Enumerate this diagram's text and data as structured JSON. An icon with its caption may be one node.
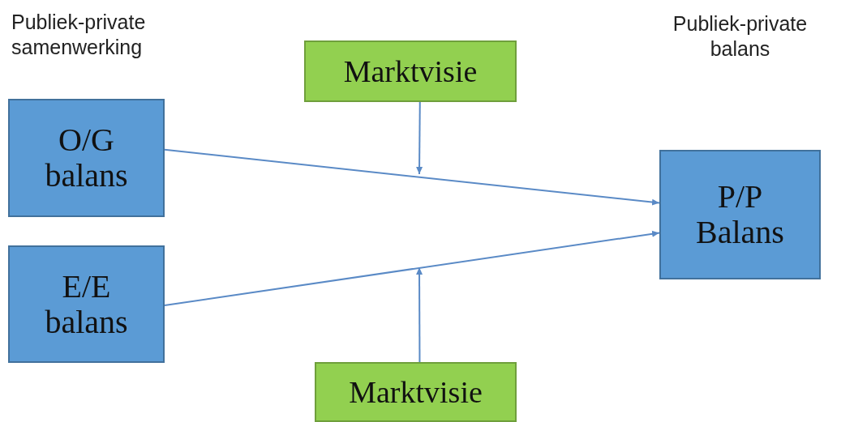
{
  "diagram": {
    "nodes": [
      {
        "text": [
          "O/G balans"
        ]
      },
      {
        "text": [
          "Marktvisie"
        ]
      },
      {
        "text": [
          "P/P Balans"
        ]
      },
      {
        "text": [
          "E/E balans"
        ]
      },
      {
        "text": [
          "Marktvisie"
        ]
      }
    ],
    "edges": [
      {
        "from": 0,
        "to": 2,
        "arrow": "to"
      },
      {
        "from": 3,
        "to": 2,
        "arrow": "to"
      },
      {
        "from": 1,
        "to": null,
        "arrow": "to"
      },
      {
        "from": 4,
        "to": null,
        "arrow": "to"
      }
    ],
    "labels": [
      "Publiek-private samenwerking",
      "Publiek-private balans"
    ]
  }
}
